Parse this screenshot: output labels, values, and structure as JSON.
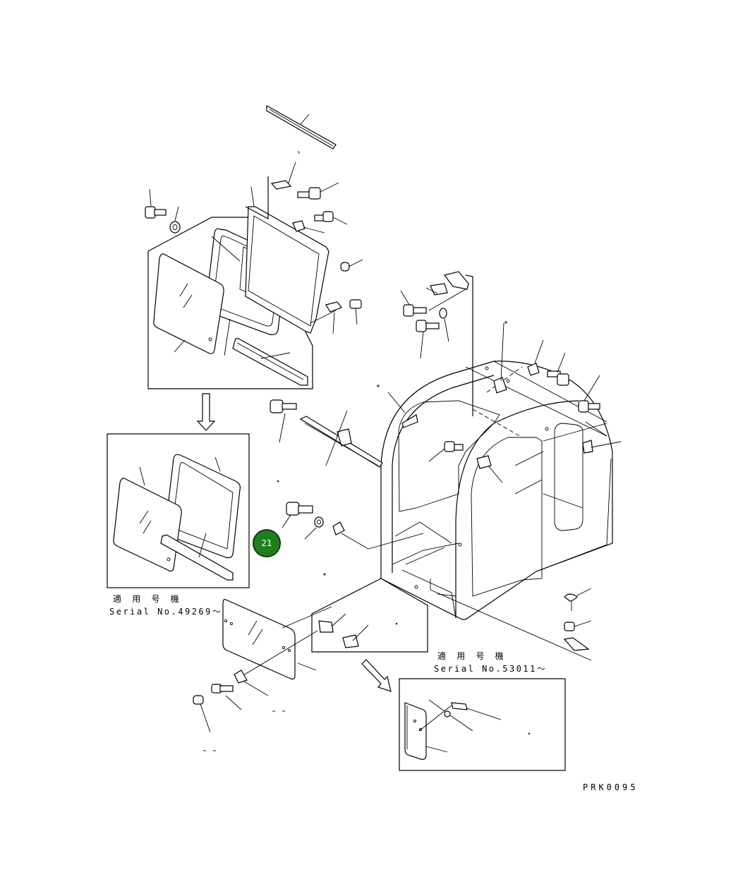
{
  "diagram": {
    "drawing_code": "PRK0095",
    "applicability_note_1": {
      "heading": "適 用 号 機",
      "serial": "Serial No.49269～"
    },
    "applicability_note_2": {
      "heading": "適 用 号 機",
      "serial": "Serial No.53011～"
    },
    "callout": {
      "number": "21",
      "color": "#1e7f1e"
    }
  }
}
